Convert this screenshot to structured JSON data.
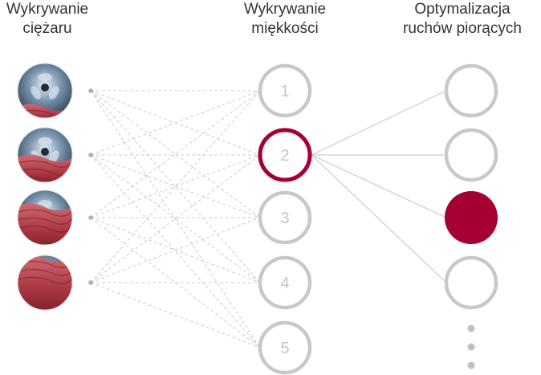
{
  "titles": {
    "weight": [
      "Wykrywanie",
      "ciężaru"
    ],
    "softness": [
      "Wykrywanie",
      "miękkości"
    ],
    "optimization": [
      "Optymalizacja",
      "ruchów piorących"
    ]
  },
  "input_nodes": [
    {
      "name": "load-level-1-image",
      "fill_level": 0.25
    },
    {
      "name": "load-level-2-image",
      "fill_level": 0.5
    },
    {
      "name": "load-level-3-image",
      "fill_level": 0.75
    },
    {
      "name": "load-level-4-image",
      "fill_level": 1.0
    }
  ],
  "softness_nodes": [
    {
      "label": "1",
      "active": false
    },
    {
      "label": "2",
      "active": true
    },
    {
      "label": "3",
      "active": false
    },
    {
      "label": "4",
      "active": false
    },
    {
      "label": "5",
      "active": false
    }
  ],
  "motion_nodes": [
    {
      "active": false
    },
    {
      "active": false
    },
    {
      "active": true
    },
    {
      "active": false
    }
  ],
  "more_indicator": "ellipsis-dots",
  "colors": {
    "accent": "#a50034",
    "node_stroke": "#c8c8c8",
    "connector": "#cccccc",
    "drum_metal": "#5b7d9c",
    "fabric": "#b4404a"
  }
}
